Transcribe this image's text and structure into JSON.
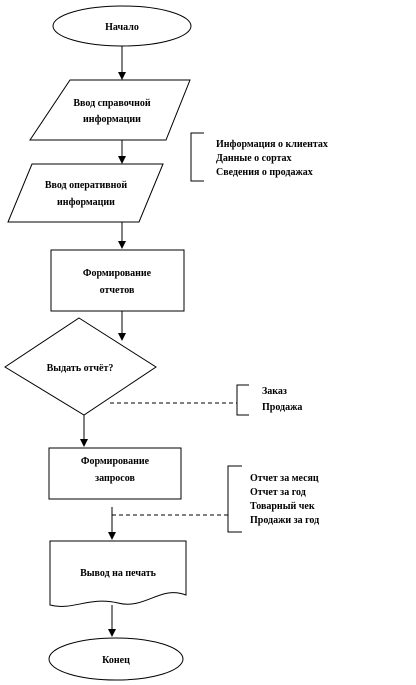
{
  "nodes": {
    "start": "Начало",
    "input_ref_1": "Ввод справочной",
    "input_ref_2": "информации",
    "input_op_1": "Ввод оперативной",
    "input_op_2": "информации",
    "reports_1": "Формирование",
    "reports_2": "отчетов",
    "decision": "Выдать отчёт?",
    "queries_1": "Формирование",
    "queries_2": "запросов",
    "print": "Вывод на печать",
    "end": "Конец"
  },
  "annotations": {
    "reference_info": [
      "Информация о клиентах",
      "Данные о сортах",
      "Сведения о продажах"
    ],
    "decision_branch": [
      "Заказ",
      "Продажа"
    ],
    "query_outputs": [
      "Отчет за месяц",
      "Отчет за год",
      "Товарный чек",
      "Продажи за год"
    ]
  }
}
